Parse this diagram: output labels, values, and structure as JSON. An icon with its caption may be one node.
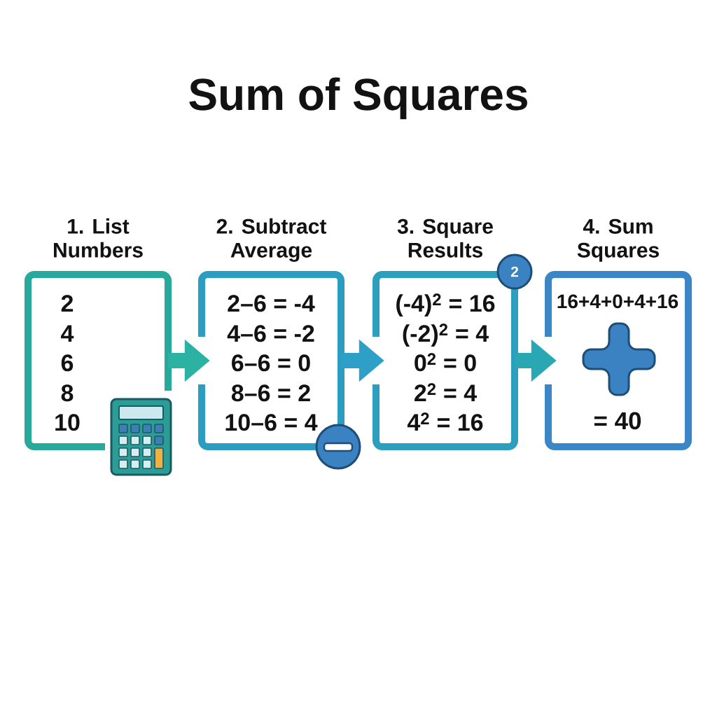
{
  "diagram": {
    "title": "Sum of Squares",
    "nodes": [
      {
        "text": [
          "1. List Numbers",
          "2",
          "4",
          "6",
          "8",
          "10"
        ]
      },
      {
        "text": [
          "2. Subtract Average",
          "2–6 = -4",
          "4–6 = -2",
          "6–6 = 0",
          "8–6 = 2",
          "10–6 = 4"
        ]
      },
      {
        "text": [
          "3. Square Results",
          "(-4)$^{2}$ = 16",
          "(-2)$^{2}$ = 4",
          "0$^{2}$ = 0",
          "2$^{2}$ = 4",
          "4$^{2}$ = 16"
        ]
      },
      {
        "text": [
          "2"
        ]
      },
      {
        "text": [
          "4. Sum Squares",
          "16+4+0+4+16",
          "= 40"
        ]
      }
    ],
    "edges": [
      {
        "from": 0,
        "to": 1,
        "arrow": "to"
      },
      {
        "from": 1,
        "to": 2,
        "arrow": "to"
      },
      {
        "from": 2,
        "to": 4,
        "arrow": "to"
      }
    ]
  }
}
